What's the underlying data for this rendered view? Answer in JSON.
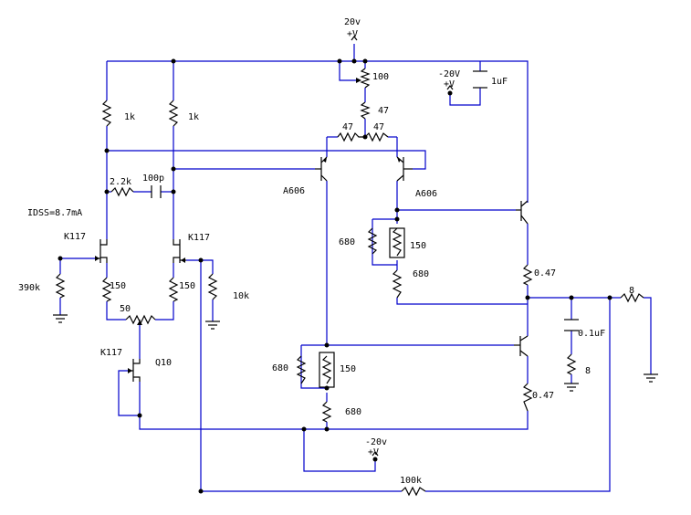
{
  "labels": {
    "supply_pos": "20v",
    "supply_pos_symbol": "+V",
    "trim_pot": "100",
    "bias_r": "47",
    "emitter_r_left": "47",
    "emitter_r_right": "47",
    "neg_supply_top": "-20V",
    "neg_supply_top_symbol": "+V",
    "decoupling_cap": "1uF",
    "load_r_left": "1k",
    "load_r_right": "1k",
    "series_r": "2.2k",
    "comp_cap": "100p",
    "idss": "IDSS=8.7mA",
    "jfet_left": "K117",
    "jfet_right": "K117",
    "bias_in_r": "390k",
    "source_r_left": "150",
    "source_r_right": "150",
    "fb_shunt_r": "10k",
    "balance_pot": "50",
    "ccs_jfet": "K117",
    "ccs_name": "Q10",
    "vas_left": "A606",
    "vas_right": "A606",
    "r_680_a": "680",
    "r_150_a": "150",
    "r_680_b": "680",
    "r_680_c": "680",
    "r_150_b": "150",
    "r_680_d": "680",
    "emitter_out_top": "0.47",
    "emitter_out_bot": "0.47",
    "zobel_cap": "0.1uF",
    "zobel_r": "8",
    "speaker": "8",
    "neg_supply_bottom": "-20v",
    "neg_supply_bottom_symbol": "+V",
    "feedback_r": "100k"
  }
}
